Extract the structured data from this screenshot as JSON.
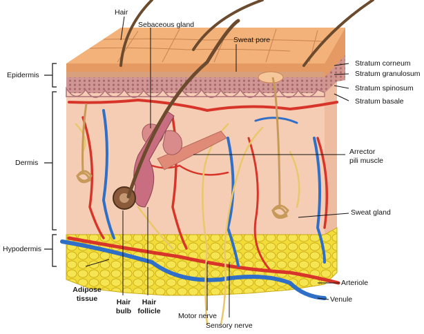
{
  "labels": {
    "hair": "Hair",
    "sebaceous_gland": "Sebaceous gland",
    "sweat_pore": "Sweat pore",
    "epidermis": "Epidermis",
    "dermis": "Dermis",
    "hypodermis": "Hypodermis",
    "stratum_corneum": "Stratum corneum",
    "stratum_granulosum": "Stratum granulosum",
    "stratum_spinosum": "Stratum spinosum",
    "stratum_basale": "Stratum basale",
    "arrector_pili_muscle_1": "Arrector",
    "arrector_pili_muscle_2": "pili muscle",
    "sweat_gland": "Sweat gland",
    "adipose_tissue_1": "Adipose",
    "adipose_tissue_2": "tissue",
    "hair_bulb_1": "Hair",
    "hair_bulb_2": "bulb",
    "hair_follicle_1": "Hair",
    "hair_follicle_2": "follicle",
    "motor_nerve": "Motor nerve",
    "sensory_nerve": "Sensory nerve",
    "arteriole": "Arteriole",
    "venule": "Venule"
  },
  "colors": {
    "epidermis_top": "#f2b27a",
    "epidermis_side": "#e59a63",
    "spinosum": "#c98a8c",
    "dermis": "#f4cdb4",
    "dermis_side": "#eebca0",
    "fat": "#f1dc3a",
    "fat_edge": "#c9a812",
    "artery": "#d8352a",
    "vein": "#2f6fc7",
    "nerve": "#e8c86a",
    "hair": "#6b4a2e",
    "muscle": "#e08a78",
    "leader": "#111111"
  }
}
